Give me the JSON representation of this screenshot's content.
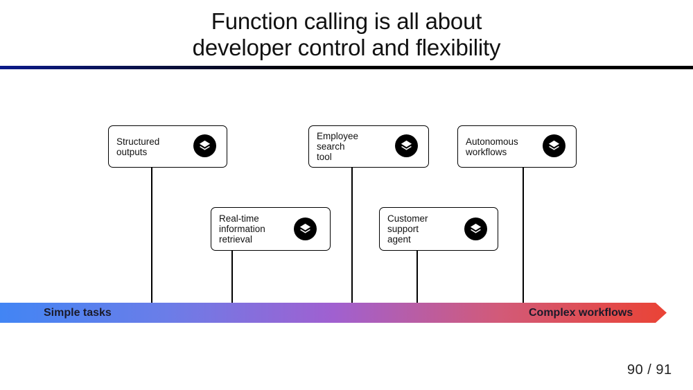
{
  "title": {
    "line1": "Function calling is all about",
    "line2": "developer control and flexibility"
  },
  "axis": {
    "start_label": "Simple tasks",
    "end_label": "Complex workflows",
    "gradient_colors": [
      "#4285f4",
      "#a060d0",
      "#ea4335"
    ]
  },
  "milestones": [
    {
      "label": "Structured\noutputs",
      "icon": "layers-icon"
    },
    {
      "label": "Real-time\ninformation\nretrieval",
      "icon": "layers-icon"
    },
    {
      "label": "Employee\nsearch\ntool",
      "icon": "layers-icon"
    },
    {
      "label": "Customer\nsupport\nagent",
      "icon": "layers-icon"
    },
    {
      "label": "Autonomous\nworkflows",
      "icon": "layers-icon"
    }
  ],
  "page": {
    "indicator": "90 / 91"
  }
}
